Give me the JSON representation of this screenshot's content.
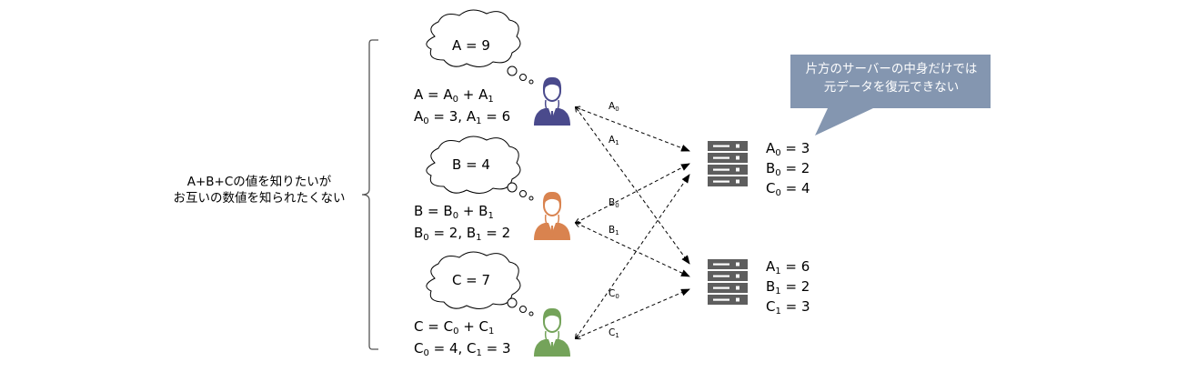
{
  "goal": {
    "line1": "A+B+Cの値を知りたいが",
    "line2": "お互いの数値を知られたくない"
  },
  "colors": {
    "user_a": "#4a4a8c",
    "user_b": "#d9834f",
    "user_c": "#74a35a",
    "server": "#5e5e5e",
    "callout_bg": "#8496b0",
    "line": "#000000"
  },
  "users": [
    {
      "id": "A",
      "icon": "person-icon",
      "thought": "A = 9",
      "split": {
        "lhs": "A = A",
        "s0": "0",
        "mid": " + A",
        "s1": "1"
      },
      "shares": {
        "p0": "A",
        "s0": "0",
        "v0": " = 3, A",
        "s1": "1",
        "v1": " = 6"
      }
    },
    {
      "id": "B",
      "icon": "person-icon",
      "thought": "B = 4",
      "split": {
        "lhs": "B = B",
        "s0": "0",
        "mid": " + B",
        "s1": "1"
      },
      "shares": {
        "p0": "B",
        "s0": "0",
        "v0": " = 2, B",
        "s1": "1",
        "v1": " = 2"
      }
    },
    {
      "id": "C",
      "icon": "person-icon",
      "thought": "C = 7",
      "split": {
        "lhs": "C = C",
        "s0": "0",
        "mid": " + C",
        "s1": "1"
      },
      "shares": {
        "p0": "C",
        "s0": "0",
        "v0": " = 4, C",
        "s1": "1",
        "v1": " = 3"
      }
    }
  ],
  "edges": [
    {
      "from": "A",
      "to": "server0",
      "label": "A",
      "sub": "0"
    },
    {
      "from": "A",
      "to": "server1",
      "label": "A",
      "sub": "1"
    },
    {
      "from": "B",
      "to": "server0",
      "label": "B",
      "sub": "0"
    },
    {
      "from": "B",
      "to": "server1",
      "label": "B",
      "sub": "1"
    },
    {
      "from": "C",
      "to": "server0",
      "label": "C",
      "sub": "0"
    },
    {
      "from": "C",
      "to": "server1",
      "label": "C",
      "sub": "1"
    }
  ],
  "servers": [
    {
      "icon": "server-icon",
      "values": [
        {
          "name": "A",
          "sub": "0",
          "value": " = 3"
        },
        {
          "name": "B",
          "sub": "0",
          "value": " = 2"
        },
        {
          "name": "C",
          "sub": "0",
          "value": " = 4"
        }
      ]
    },
    {
      "icon": "server-icon",
      "values": [
        {
          "name": "A",
          "sub": "1",
          "value": " = 6"
        },
        {
          "name": "B",
          "sub": "1",
          "value": " = 2"
        },
        {
          "name": "C",
          "sub": "1",
          "value": " = 3"
        }
      ]
    }
  ],
  "callout": {
    "line1": "片方のサーバーの中身だけでは",
    "line2": "元データを復元できない"
  }
}
